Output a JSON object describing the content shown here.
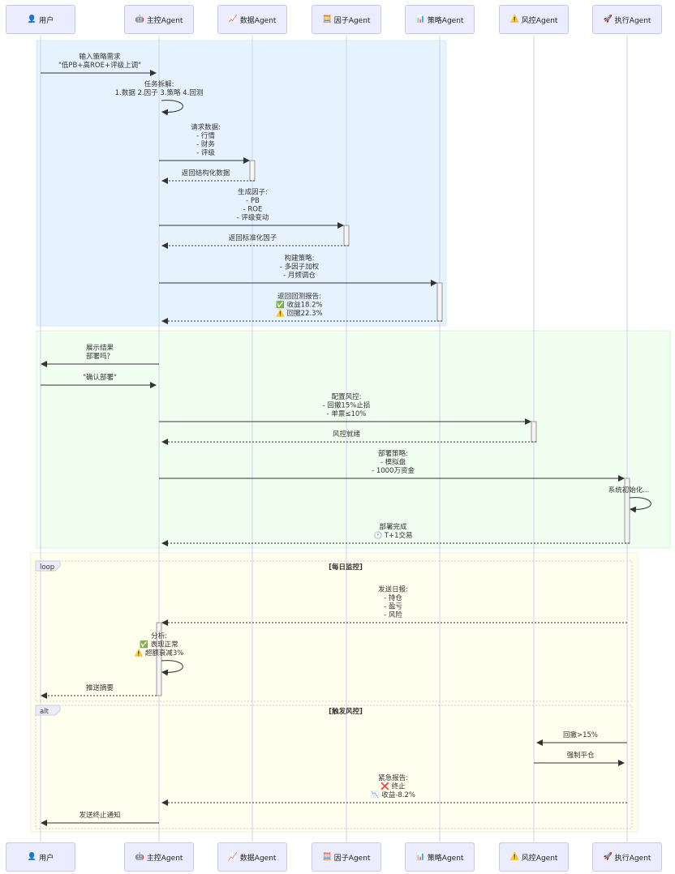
{
  "participants": [
    {
      "icon": "👤",
      "label": "用户",
      "icon_name": "user-icon"
    },
    {
      "icon": "🤖",
      "label": "主控Agent",
      "icon_name": "robot-icon"
    },
    {
      "icon": "📈",
      "label": "数据Agent",
      "icon_name": "chart-up-icon"
    },
    {
      "icon": "🧮",
      "label": "因子Agent",
      "icon_name": "abacus-icon"
    },
    {
      "icon": "📊",
      "label": "策略Agent",
      "icon_name": "bar-chart-icon"
    },
    {
      "icon": "⚠️",
      "label": "风控Agent",
      "icon_name": "warning-icon"
    },
    {
      "icon": "🚀",
      "label": "执行Agent",
      "icon_name": "rocket-icon"
    }
  ],
  "fragments": {
    "loop": {
      "keyword": "loop",
      "condition": "[每日监控]"
    },
    "alt": {
      "keyword": "alt",
      "condition": "[触发风控]"
    }
  },
  "messages": [
    {
      "from": 0,
      "to": 1,
      "dashed": false,
      "lines": [
        "输入策略需求",
        "\"低PB+高ROE+评级上调\""
      ]
    },
    {
      "from": 1,
      "to": 1,
      "dashed": false,
      "lines": [
        "任务拆解:",
        "1.数据 2.因子 3.策略 4.回测"
      ]
    },
    {
      "from": 1,
      "to": 2,
      "dashed": false,
      "lines": [
        "请求数据:",
        "- 行情",
        "- 财务",
        "- 评级"
      ]
    },
    {
      "from": 2,
      "to": 1,
      "dashed": true,
      "lines": [
        "返回结构化数据"
      ]
    },
    {
      "from": 1,
      "to": 3,
      "dashed": false,
      "lines": [
        "生成因子:",
        "- PB",
        "- ROE",
        "- 评级变动"
      ]
    },
    {
      "from": 3,
      "to": 1,
      "dashed": true,
      "lines": [
        "返回标准化因子"
      ]
    },
    {
      "from": 1,
      "to": 4,
      "dashed": false,
      "lines": [
        "构建策略:",
        "- 多因子加权",
        "- 月频调仓"
      ]
    },
    {
      "from": 4,
      "to": 1,
      "dashed": true,
      "lines": [
        "返回回测报告:",
        "✅ 收益18.2%",
        "⚠️ 回撤22.3%"
      ]
    },
    {
      "from": 1,
      "to": 0,
      "dashed": false,
      "lines": [
        "展示结果",
        "部署吗？"
      ]
    },
    {
      "from": 0,
      "to": 1,
      "dashed": false,
      "lines": [
        "\"确认部署\""
      ]
    },
    {
      "from": 1,
      "to": 5,
      "dashed": false,
      "lines": [
        "配置风控:",
        "- 回撤15%止损",
        "- 单票≤10%"
      ]
    },
    {
      "from": 5,
      "to": 1,
      "dashed": true,
      "lines": [
        "风控就绪"
      ]
    },
    {
      "from": 1,
      "to": 6,
      "dashed": false,
      "lines": [
        "部署策略:",
        "- 模拟盘",
        "- 1000万资金"
      ]
    },
    {
      "from": 6,
      "to": 6,
      "dashed": false,
      "lines": [
        "系统初始化..."
      ]
    },
    {
      "from": 6,
      "to": 1,
      "dashed": true,
      "lines": [
        "部署完成",
        "🕐 T+1交易"
      ]
    },
    {
      "from": 6,
      "to": 1,
      "dashed": true,
      "lines": [
        "发送日报:",
        "- 持仓",
        "- 盈亏",
        "- 风险"
      ]
    },
    {
      "from": 1,
      "to": 1,
      "dashed": false,
      "lines": [
        "分析:",
        "✅ 表现正常",
        "⚠️ 超额衰减3%"
      ]
    },
    {
      "from": 1,
      "to": 0,
      "dashed": true,
      "lines": [
        "推送摘要"
      ]
    },
    {
      "from": 6,
      "to": 5,
      "dashed": false,
      "lines": [
        "回撤>15%"
      ]
    },
    {
      "from": 5,
      "to": 6,
      "dashed": false,
      "lines": [
        "强制平仓"
      ]
    },
    {
      "from": 6,
      "to": 1,
      "dashed": true,
      "lines": [
        "紧急报告:",
        "❌ 终止",
        "📉 收益-8.2%"
      ]
    },
    {
      "from": 1,
      "to": 0,
      "dashed": false,
      "lines": [
        "发送终止通知"
      ]
    }
  ],
  "colors": {
    "phase1": "#e6f3ff",
    "phase2": "#f0fff0",
    "phase3": "#fffff0",
    "lifeline": "#d0cff0",
    "participant": "#ececff"
  }
}
